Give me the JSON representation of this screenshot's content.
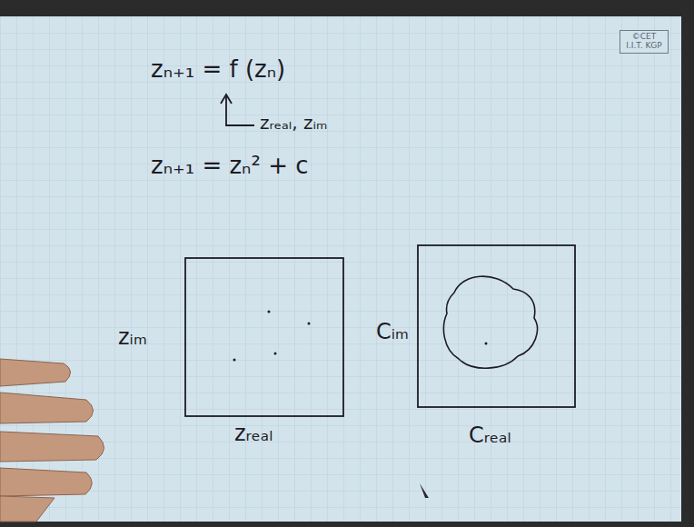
{
  "diagram": {
    "nodes": [
      {
        "text": [
          "©CET I.I.T. KGP"
        ]
      }
    ],
    "labels": [
      "zₙ₊₁ = f (zₙ)",
      "zᵣₑₐₗ, zᵢₘ",
      "zₙ₊₁ = zₙ² + c",
      "zᵢₘ",
      "zᵣₑₐₗ",
      "Cᵢₘ",
      "Cᵣₑₐₗ"
    ]
  }
}
